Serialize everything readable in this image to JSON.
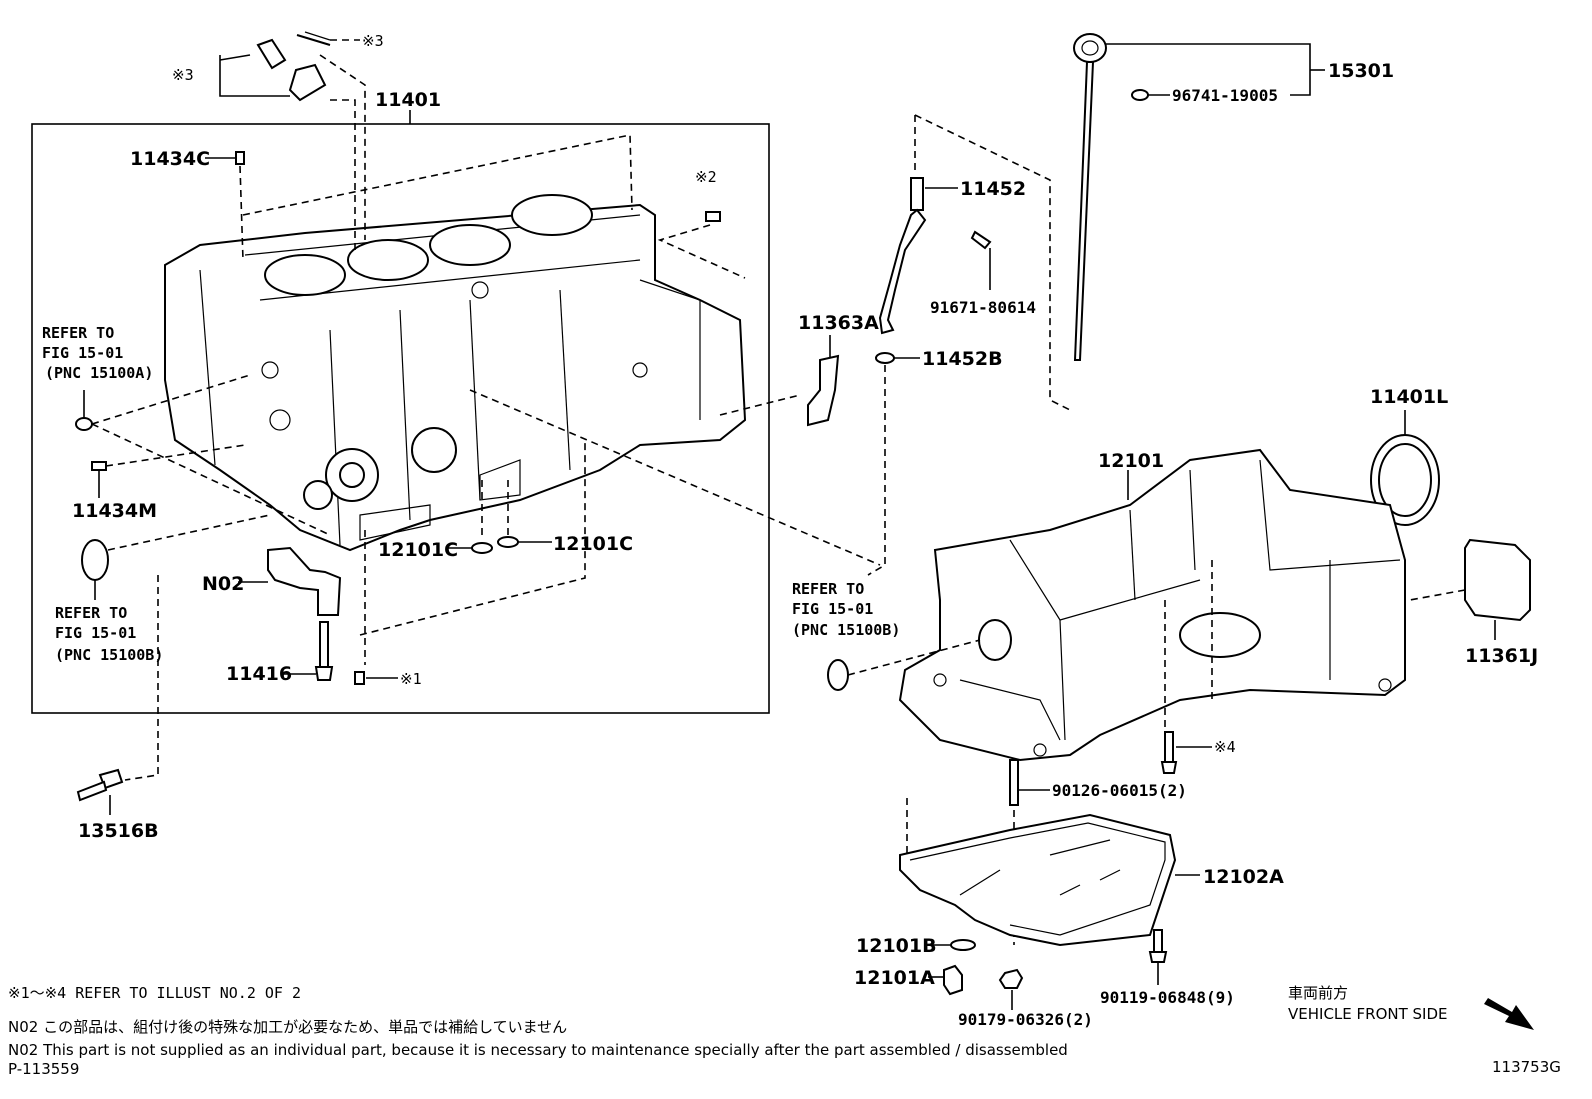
{
  "labels": {
    "p11401": "11401",
    "p11434c": "11434C",
    "p11434m": "11434M",
    "p11416": "11416",
    "pn02": "N02",
    "p12101c_a": "12101C",
    "p12101c_b": "12101C",
    "p13516b": "13516B",
    "p11452": "11452",
    "p91671": "91671-80614",
    "p11363a": "11363A",
    "p11452b": "11452B",
    "p15301": "15301",
    "p96741": "96741-19005",
    "p11401l": "11401L",
    "p12101": "12101",
    "p11361j": "11361J",
    "p90126": "90126-06015(2)",
    "p12102a": "12102A",
    "p12101b": "12101B",
    "p12101a": "12101A",
    "p90179": "90179-06326(2)",
    "p90119": "90119-06848(9)"
  },
  "marks": {
    "m1": "※1",
    "m2": "※2",
    "m3a": "※3",
    "m3b": "※3",
    "m4": "※4"
  },
  "refs": {
    "left_top": [
      "REFER TO",
      "FIG 15-01",
      "(PNC 15100A)"
    ],
    "left_bottom": [
      "REFER TO",
      "FIG 15-01",
      "(PNC 15100B)"
    ],
    "right": [
      "REFER TO",
      "FIG 15-01",
      "(PNC 15100B)"
    ]
  },
  "direction": {
    "jp": "車両前方",
    "en": "VEHICLE FRONT SIDE"
  },
  "notes": {
    "line1": "※1～※4 REFER TO ILLUST NO.2 OF 2",
    "line2": "N02 この部品は、組付け後の特殊な加工が必要なため、単品では補給していません",
    "line3": "N02 This part is not supplied as an individual part, because it is necessary to maintenance specially after the part assembled / disassembled",
    "code_left": "P-113559",
    "code_right": "113753G"
  }
}
